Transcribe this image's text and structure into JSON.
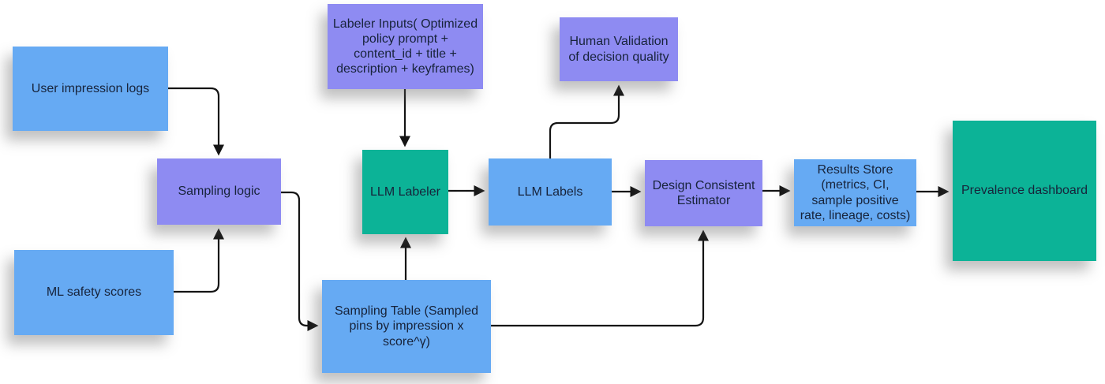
{
  "palette": {
    "blue": "#66aaf3",
    "purple": "#8e8bf2",
    "teal": "#0cb397",
    "arrow": "#141414",
    "text": "#17233a",
    "background": "#ffffff"
  },
  "diagram": {
    "nodes": [
      {
        "id": "user-impression-logs",
        "label": "User impression logs",
        "color": "blue"
      },
      {
        "id": "ml-safety-scores",
        "label": "ML safety scores",
        "color": "blue"
      },
      {
        "id": "sampling-logic",
        "label": "Sampling logic",
        "color": "purple"
      },
      {
        "id": "labeler-inputs",
        "label": "Labeler Inputs( Optimized\npolicy prompt +\ncontent_id + title +\ndescription + keyframes)",
        "color": "purple"
      },
      {
        "id": "llm-labeler",
        "label": "LLM Labeler",
        "color": "teal"
      },
      {
        "id": "human-validation",
        "label": "Human Validation\nof decision quality",
        "color": "purple"
      },
      {
        "id": "llm-labels",
        "label": "LLM Labels",
        "color": "blue"
      },
      {
        "id": "design-consistent-estimator",
        "label": "Design Consistent\nEstimator",
        "color": "purple"
      },
      {
        "id": "results-store",
        "label": "Results Store\n(metrics, CI,\nsample positive\nrate, lineage, costs)",
        "color": "blue"
      },
      {
        "id": "prevalence-dashboard",
        "label": "Prevalence dashboard",
        "color": "teal"
      },
      {
        "id": "sampling-table",
        "label": "Sampling Table (Sampled\npins  by impression x\nscore^γ)",
        "color": "blue"
      }
    ],
    "edges": [
      {
        "from": "user-impression-logs",
        "to": "sampling-logic"
      },
      {
        "from": "ml-safety-scores",
        "to": "sampling-logic"
      },
      {
        "from": "sampling-logic",
        "to": "sampling-table"
      },
      {
        "from": "labeler-inputs",
        "to": "llm-labeler"
      },
      {
        "from": "sampling-table",
        "to": "llm-labeler"
      },
      {
        "from": "llm-labeler",
        "to": "llm-labels"
      },
      {
        "from": "llm-labels",
        "to": "human-validation"
      },
      {
        "from": "llm-labels",
        "to": "design-consistent-estimator"
      },
      {
        "from": "sampling-table",
        "to": "design-consistent-estimator"
      },
      {
        "from": "design-consistent-estimator",
        "to": "results-store"
      },
      {
        "from": "results-store",
        "to": "prevalence-dashboard"
      }
    ]
  }
}
